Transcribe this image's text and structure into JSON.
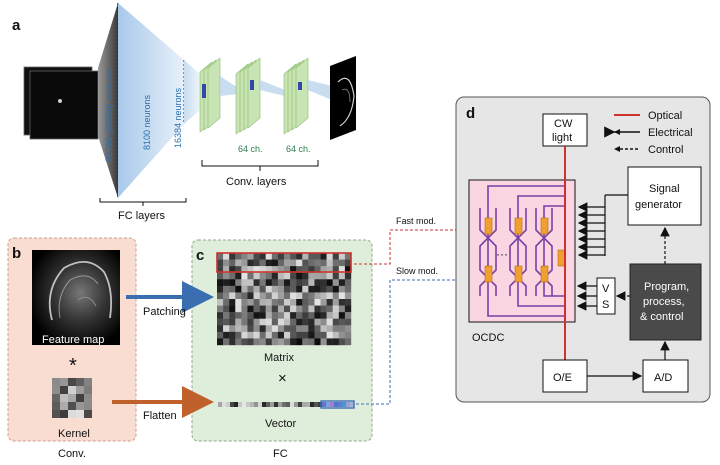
{
  "panels": {
    "a": {
      "letter": "a",
      "neuron_labels": [
        "32768 (33300) neurons",
        "8100 neurons",
        "16384 neurons"
      ],
      "channel_labels": [
        "64 ch.",
        "64 ch."
      ],
      "conv_caption": "Conv. layers",
      "fc_caption": "FC layers"
    },
    "b": {
      "letter": "b",
      "feature_map": "Feature map",
      "operator": "*",
      "kernel": "Kernel",
      "caption": "Conv."
    },
    "c": {
      "letter": "c",
      "matrix": "Matrix",
      "operator": "×",
      "vector": "Vector",
      "caption": "FC",
      "patching": "Patching",
      "flatten": "Flatten"
    },
    "d": {
      "letter": "d",
      "cw_light": [
        "CW",
        "light"
      ],
      "legend": [
        "Optical",
        "Electrical",
        "Control"
      ],
      "signal_generator": [
        "Signal",
        "generator"
      ],
      "vs": [
        "V",
        "S"
      ],
      "program": [
        "Program,",
        "process,",
        "& control"
      ],
      "ocdc": "OCDC",
      "oe": "O/E",
      "ad": "A/D",
      "ellipsis": "···"
    },
    "links": {
      "fast": "Fast mod.",
      "slow": "Slow mod."
    }
  },
  "colors": {
    "optical": "#d0312d",
    "fc_fill": "#dfeedb",
    "conv_fill": "#f8ddd0",
    "ocdc_fill": "#f9d6e2",
    "purple": "#7b3fa6",
    "orange": "#f0a030",
    "patch_arrow": "#3b6eb0",
    "flatten_arrow": "#c0602a",
    "panel_d_bg": "#e6e6e6",
    "program_box": "#4a4a4a"
  }
}
